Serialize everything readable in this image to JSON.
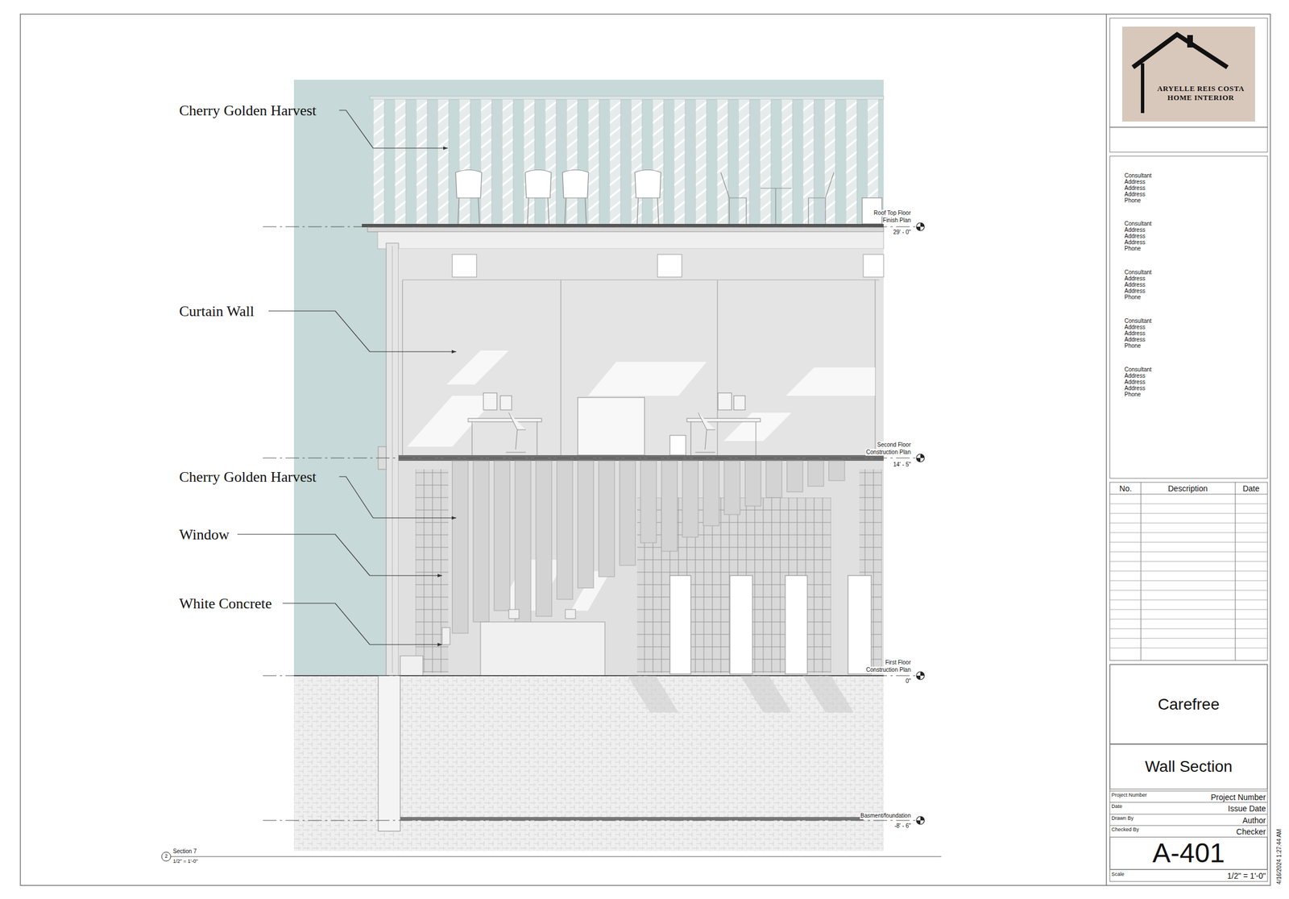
{
  "diagram": {
    "nodes": [
      {
        "text": [
          "ARYELLE REIS COSTA HOME INTERIOR"
        ]
      },
      {
        "text": [
          "Carefree"
        ]
      },
      {
        "text": [
          "Wall Section"
        ]
      },
      {
        "text": [
          "A-401"
        ]
      }
    ],
    "labels": [
      "Cherry Golden Harvest",
      "Curtain Wall",
      "Cherry Golden Harvest",
      "Window",
      "White Concrete",
      "Roof Top Floor",
      "Finish Plan",
      "29' - 0\"",
      "Second Floor",
      "Construction Plan",
      "14' - 5\"",
      "First Floor",
      "Construction Plan",
      "0\"",
      "Basment/foundation",
      "-8' - 6\"",
      "2",
      "Section 7",
      "1/2\" = 1'-0\"",
      "Consultant Address Address Address Phone",
      "Consultant Address Address Address Phone",
      "Consultant Address Address Address Phone",
      "Consultant Address Address Address Phone",
      "Consultant Address Address Address Phone",
      "No.",
      "Description",
      "Date",
      "Project Number",
      "Project Number",
      "Date",
      "Issue Date",
      "Drawn By",
      "Author",
      "Checked By",
      "Checker",
      "Scale",
      "1/2\" = 1'-0\"",
      "4/16/2024 1:27:44 AM"
    ]
  }
}
